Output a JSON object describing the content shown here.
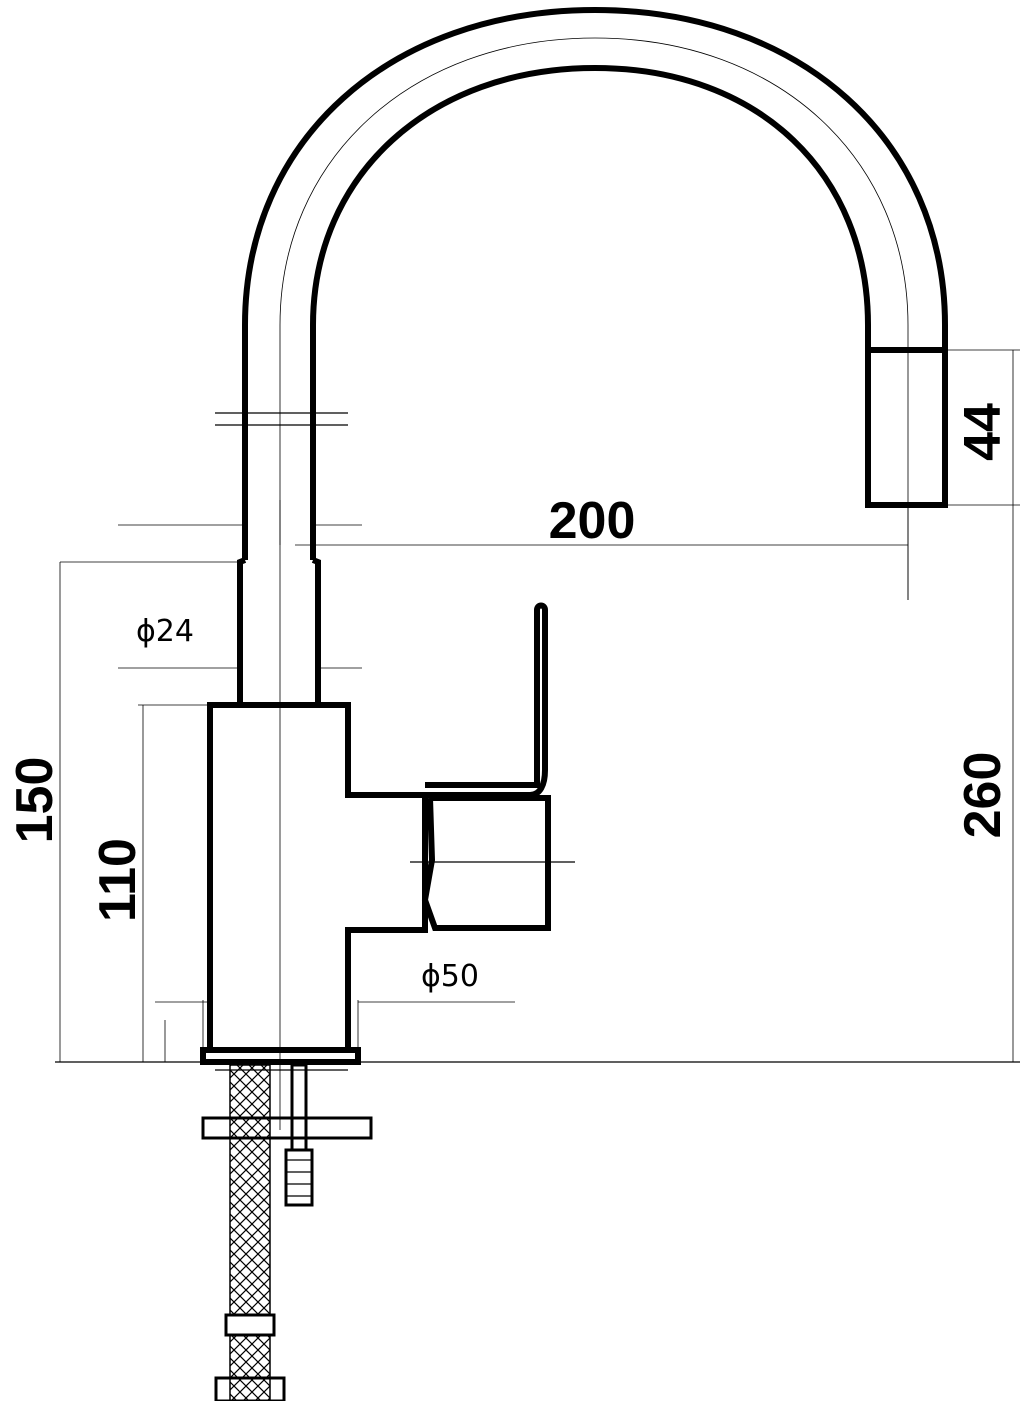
{
  "dimensions": {
    "spout_height": "44",
    "spout_reach": "200",
    "pipe_diameter": "ϕ24",
    "body_diameter": "ϕ50",
    "total_height": "260",
    "base_height": "150",
    "body_height": "110"
  },
  "colors": {
    "line": "#000000",
    "background": "#ffffff"
  }
}
